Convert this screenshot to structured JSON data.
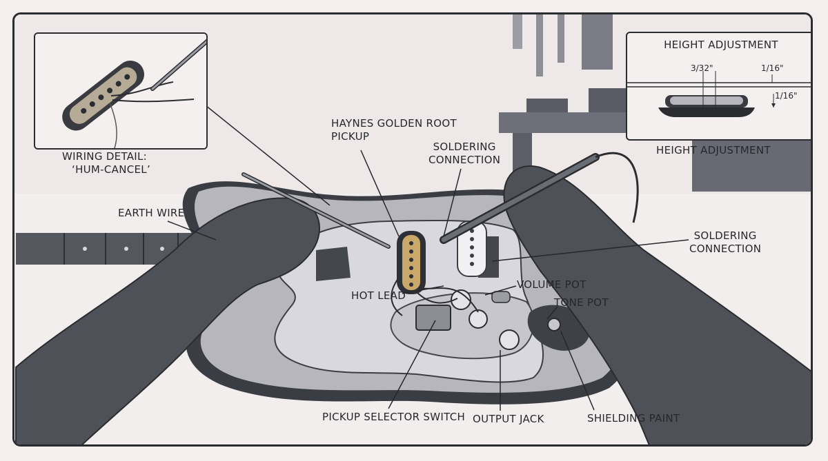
{
  "insets": {
    "wiring_detail": {
      "caption_line1": "WIRING DETAIL:",
      "caption_line2": "‘HUM-CANCEL’"
    },
    "height_adjustment": {
      "title": "HEIGHT ADJUSTMENT",
      "caption": "HEIGHT ADJUSTMENT",
      "dim_gap": "3/32\"",
      "dim_top": "1/16\"",
      "dim_side": "1/16\""
    }
  },
  "labels": {
    "pickup_line1": "HAYNES GOLDEN ROOT",
    "pickup_line2": "PICKUP",
    "soldering_center_line1": "SOLDERING",
    "soldering_center_line2": "CONNECTION",
    "soldering_right_line1": "SOLDERING",
    "soldering_right_line2": "CONNECTION",
    "earth_wire": "EARTH WIRE",
    "hot_lead": "HOT LEAD",
    "volume_pot": "VOLUME POT",
    "tone_pot": "TONE POT",
    "pickup_selector_switch": "PICKUP SELECTOR SWITCH",
    "output_jack": "OUTPUT JACK",
    "shielding_paint": "SHIELDING PAINT"
  },
  "colors": {
    "background": "#f6efef",
    "ink": "#26272b",
    "hands": "#4f5159",
    "guitar_body": "#b7b6bd",
    "pickguard": "#d9d8de",
    "gold_pickup": "#c9a86a"
  }
}
